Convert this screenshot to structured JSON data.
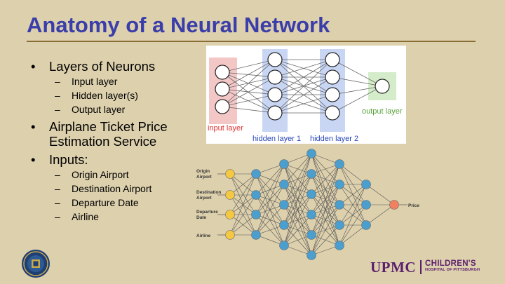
{
  "slide": {
    "title": "Anatomy of a Neural Network",
    "bullets": [
      {
        "text": "Layers of Neurons",
        "sub": [
          "Input layer",
          "Hidden layer(s)",
          "Output layer"
        ]
      },
      {
        "text": "Airplane Ticket Price Estimation Service",
        "sub": []
      },
      {
        "text": "Inputs:",
        "sub": [
          "Origin Airport",
          "Destination Airport",
          "Departure Date",
          "Airline"
        ]
      }
    ],
    "bullet_glyph": "•",
    "sub_glyph": "–"
  },
  "diagram_top": {
    "input_label": "input layer",
    "hidden1_label": "hidden layer 1",
    "hidden2_label": "hidden layer 2",
    "output_label": "output layer",
    "colors": {
      "input": "#f4c7c7",
      "hidden": "#c8d6f4",
      "output": "#d4ecc9",
      "input_text": "#e03030",
      "hidden_text": "#2a48b8",
      "output_text": "#58a23a"
    }
  },
  "diagram_bottom": {
    "inputs": [
      {
        "line1": "Origin",
        "line2": "Airport"
      },
      {
        "line1": "Destination",
        "line2": "Airport"
      },
      {
        "line1": "Departure",
        "line2": "Date"
      },
      {
        "line1": "Airline",
        "line2": ""
      }
    ],
    "output_label": "Price",
    "colors": {
      "input_node": "#f5c843",
      "hidden_node": "#4a9fce",
      "output_node": "#f08060"
    }
  },
  "footer": {
    "seal_icon": "university-seal-icon",
    "logo_primary": "UPMC",
    "logo_line1": "CHILDREN'S",
    "logo_line2": "HOSPITAL OF PITTSBURGH",
    "logo_color": "#5b1e6e"
  }
}
